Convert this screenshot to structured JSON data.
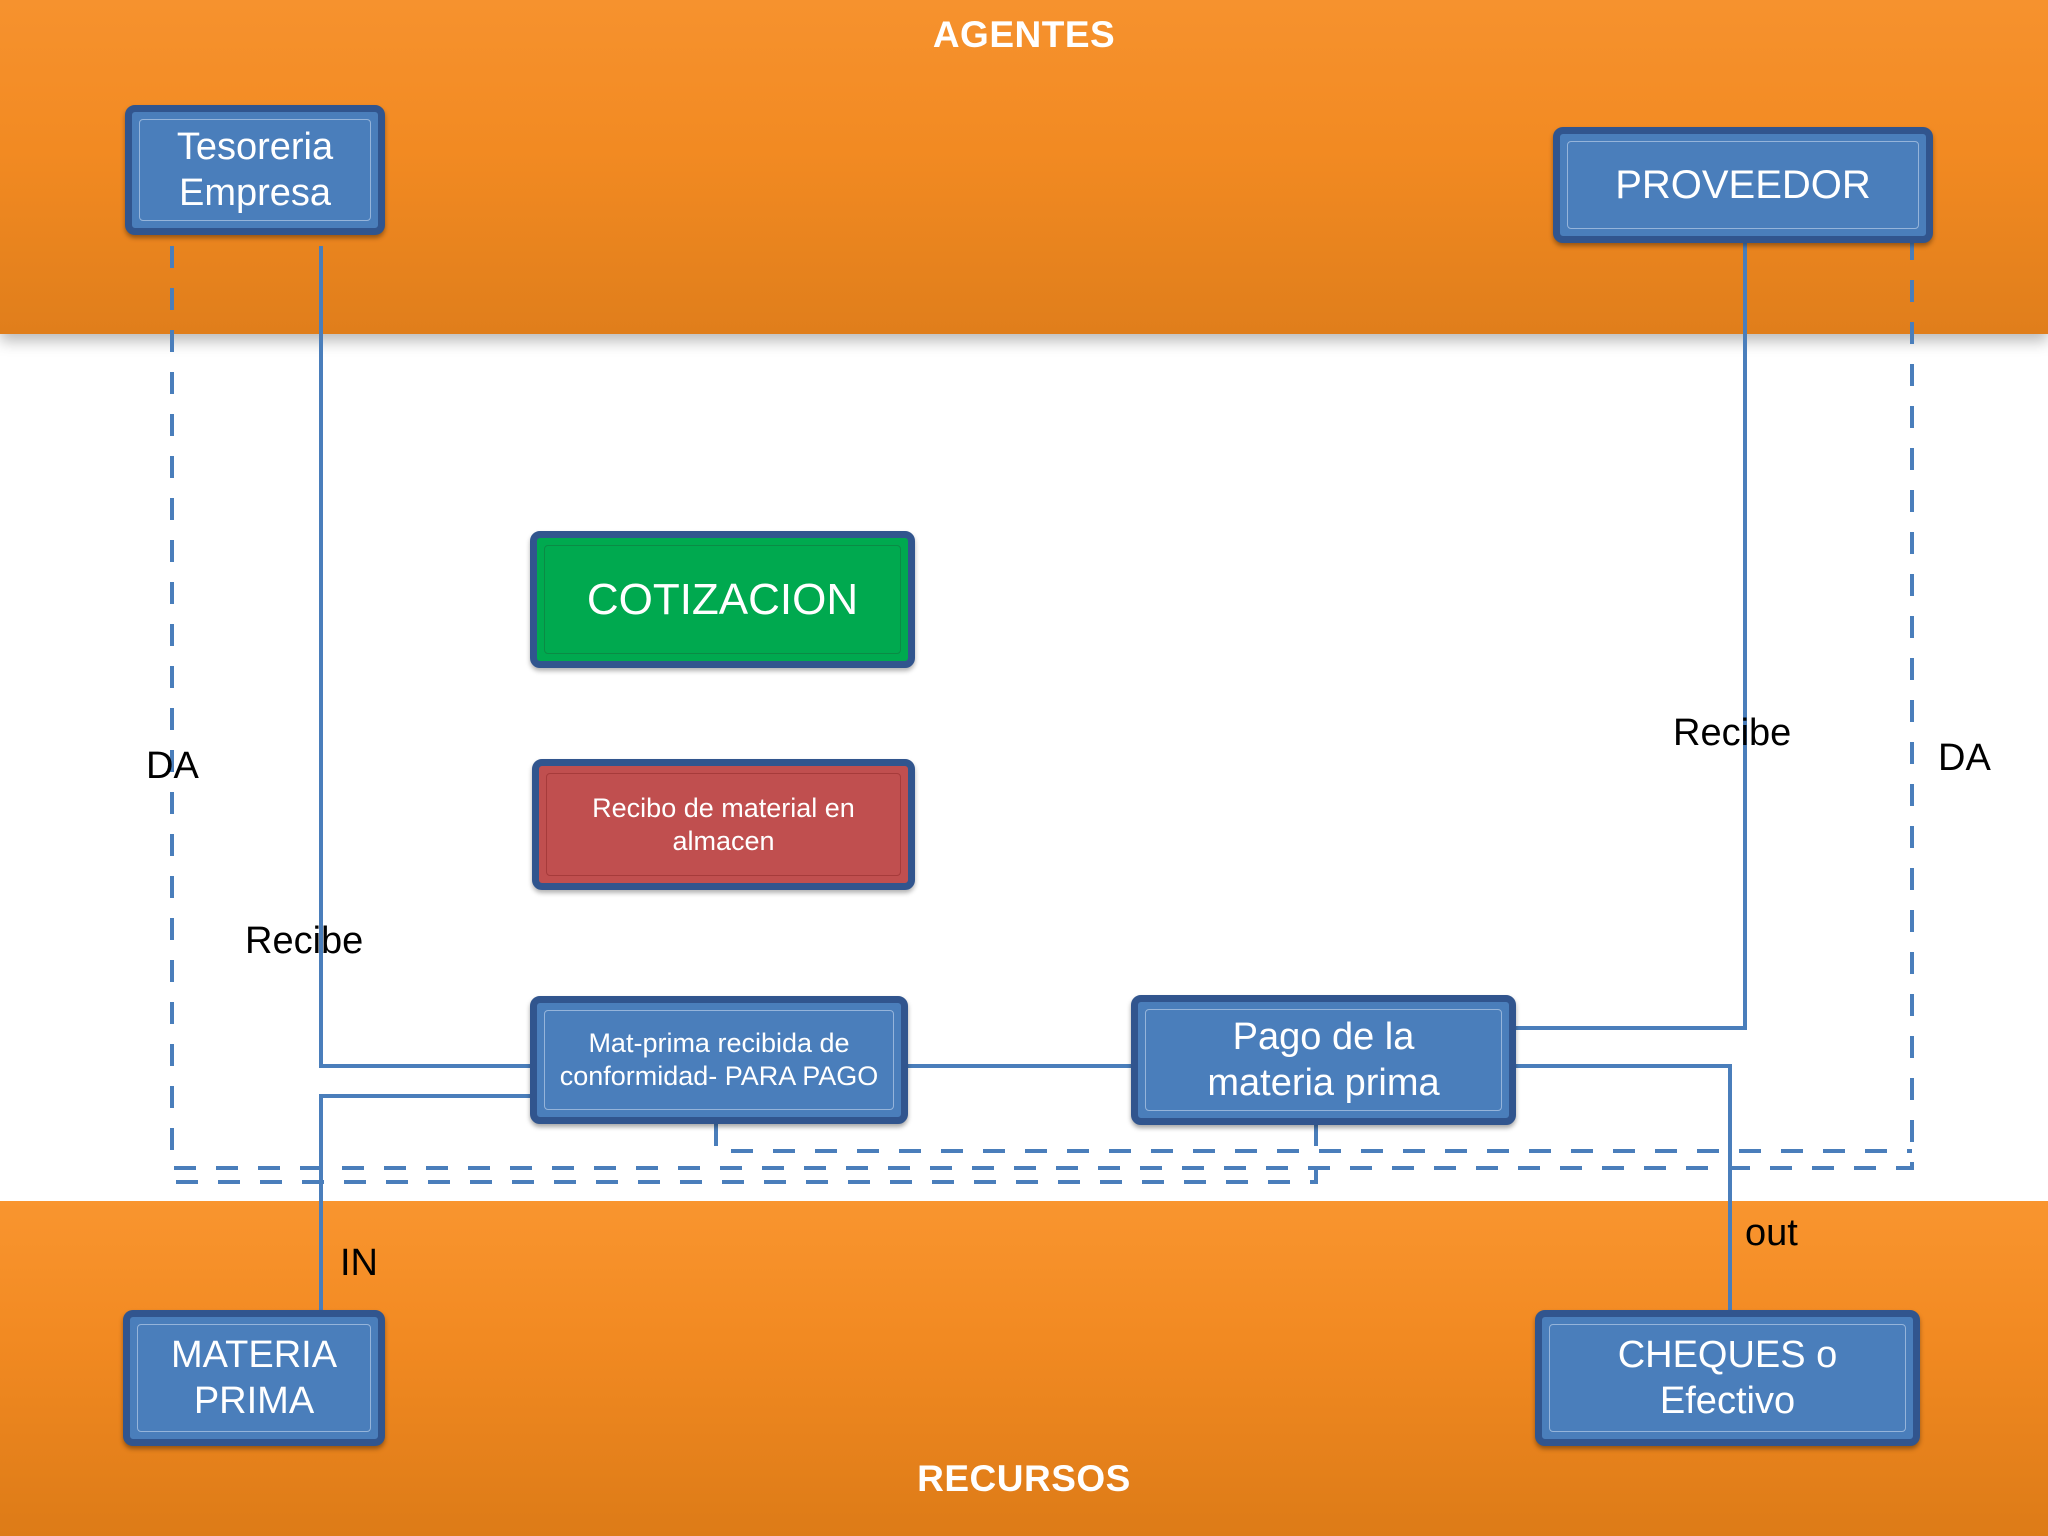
{
  "bands": {
    "top_title": "AGENTES",
    "bottom_title": "RECURSOS",
    "orange": "#F28A22"
  },
  "nodes": {
    "tesoreria": {
      "label": "Tesoreria\nEmpresa",
      "color": "#4A7EBB"
    },
    "proveedor": {
      "label": "PROVEEDOR",
      "color": "#4A7EBB"
    },
    "cotizacion": {
      "label": "COTIZACION",
      "color": "#00A94F"
    },
    "recibo_material": {
      "label": "Recibo de material en almacen",
      "color": "#C04F4F"
    },
    "mat_prima_conformidad": {
      "label": "Mat-prima recibida de conformidad- PARA PAGO",
      "color": "#4A7EBB"
    },
    "pago_materia_prima": {
      "label": "Pago de la\nmateria prima",
      "color": "#4A7EBB"
    },
    "materia_prima": {
      "label": "MATERIA\nPRIMA",
      "color": "#4A7EBB"
    },
    "cheques_efectivo": {
      "label": "CHEQUES o\nEfectivo",
      "color": "#4A7EBB"
    }
  },
  "edge_labels": {
    "da_left": "DA",
    "recibe_left": "Recibe",
    "in_left": "IN",
    "recibe_right": "Recibe",
    "da_right": "DA",
    "out_right": "out"
  },
  "wire_colors": {
    "solid": "#4A7EBB",
    "dashed": "#4A7EBB"
  }
}
